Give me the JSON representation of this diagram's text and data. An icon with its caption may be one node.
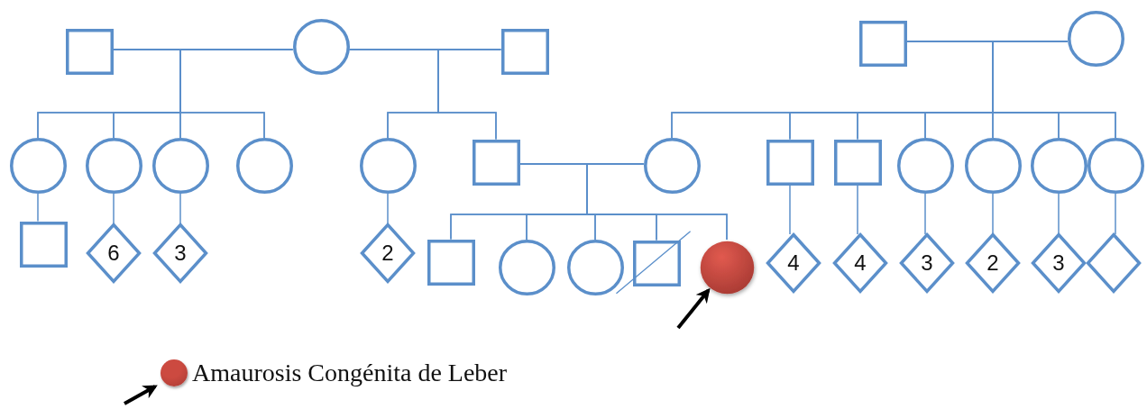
{
  "diagram": {
    "nodes": [
      {
        "text": [],
        "shape": "box"
      },
      {
        "text": [],
        "shape": "circle"
      },
      {
        "text": [],
        "shape": "box"
      },
      {
        "text": [],
        "shape": "box"
      },
      {
        "text": [],
        "shape": "circle"
      },
      {
        "text": [],
        "shape": "circle"
      },
      {
        "text": [],
        "shape": "circle"
      },
      {
        "text": [],
        "shape": "circle"
      },
      {
        "text": [],
        "shape": "circle"
      },
      {
        "text": [],
        "shape": "circle"
      },
      {
        "text": [],
        "shape": "box"
      },
      {
        "text": [],
        "shape": "circle"
      },
      {
        "text": [],
        "shape": "box"
      },
      {
        "text": [],
        "shape": "box"
      },
      {
        "text": [],
        "shape": "circle"
      },
      {
        "text": [],
        "shape": "circle"
      },
      {
        "text": [],
        "shape": "circle"
      },
      {
        "text": [],
        "shape": "circle"
      },
      {
        "text": [],
        "shape": "box"
      },
      {
        "text": [
          "6"
        ]
      },
      {
        "text": [
          "3"
        ]
      },
      {
        "text": [
          "2"
        ]
      },
      {
        "text": [],
        "shape": "box"
      },
      {
        "text": [],
        "shape": "circle"
      },
      {
        "text": [],
        "shape": "circle"
      },
      {
        "text": [],
        "shape": "box"
      },
      {
        "text": [],
        "shape": "circle"
      },
      {
        "text": [
          "4"
        ]
      },
      {
        "text": [
          "4"
        ]
      },
      {
        "text": [
          "3"
        ]
      },
      {
        "text": [
          "2"
        ]
      },
      {
        "text": [
          "3"
        ]
      },
      {
        "text": [],
        "shape": "diamond"
      }
    ],
    "edges": [
      {
        "from": 0,
        "to": 1,
        "arrow": "none"
      },
      {
        "from": 1,
        "to": 2,
        "arrow": "none"
      },
      {
        "from": 3,
        "to": 4,
        "arrow": "none"
      },
      {
        "from": 10,
        "to": 11,
        "arrow": "none"
      },
      {
        "from": 0,
        "to": 5,
        "arrow": "none"
      },
      {
        "from": 1,
        "to": 5,
        "arrow": "none"
      },
      {
        "from": 0,
        "to": 6,
        "arrow": "none"
      },
      {
        "from": 1,
        "to": 6,
        "arrow": "none"
      },
      {
        "from": 0,
        "to": 7,
        "arrow": "none"
      },
      {
        "from": 1,
        "to": 7,
        "arrow": "none"
      },
      {
        "from": 0,
        "to": 8,
        "arrow": "none"
      },
      {
        "from": 1,
        "to": 8,
        "arrow": "none"
      },
      {
        "from": 1,
        "to": 9,
        "arrow": "none"
      },
      {
        "from": 2,
        "to": 9,
        "arrow": "none"
      },
      {
        "from": 1,
        "to": 10,
        "arrow": "none"
      },
      {
        "from": 2,
        "to": 10,
        "arrow": "none"
      },
      {
        "from": 3,
        "to": 11,
        "arrow": "none"
      },
      {
        "from": 4,
        "to": 11,
        "arrow": "none"
      },
      {
        "from": 3,
        "to": 12,
        "arrow": "none"
      },
      {
        "from": 4,
        "to": 12,
        "arrow": "none"
      },
      {
        "from": 3,
        "to": 13,
        "arrow": "none"
      },
      {
        "from": 4,
        "to": 13,
        "arrow": "none"
      },
      {
        "from": 3,
        "to": 14,
        "arrow": "none"
      },
      {
        "from": 4,
        "to": 14,
        "arrow": "none"
      },
      {
        "from": 3,
        "to": 15,
        "arrow": "none"
      },
      {
        "from": 4,
        "to": 15,
        "arrow": "none"
      },
      {
        "from": 3,
        "to": 16,
        "arrow": "none"
      },
      {
        "from": 4,
        "to": 16,
        "arrow": "none"
      },
      {
        "from": 3,
        "to": 17,
        "arrow": "none"
      },
      {
        "from": 4,
        "to": 17,
        "arrow": "none"
      },
      {
        "from": 5,
        "to": 18,
        "arrow": "none"
      },
      {
        "from": 6,
        "to": 19,
        "arrow": "none"
      },
      {
        "from": 7,
        "to": 20,
        "arrow": "none"
      },
      {
        "from": 9,
        "to": 21,
        "arrow": "none"
      },
      {
        "from": 10,
        "to": 22,
        "arrow": "none"
      },
      {
        "from": 11,
        "to": 22,
        "arrow": "none"
      },
      {
        "from": 10,
        "to": 23,
        "arrow": "none"
      },
      {
        "from": 11,
        "to": 23,
        "arrow": "none"
      },
      {
        "from": 10,
        "to": 24,
        "arrow": "none"
      },
      {
        "from": 11,
        "to": 24,
        "arrow": "none"
      },
      {
        "from": 10,
        "to": 25,
        "arrow": "none"
      },
      {
        "from": 11,
        "to": 25,
        "arrow": "none"
      },
      {
        "from": 10,
        "to": 26,
        "arrow": "none"
      },
      {
        "from": 11,
        "to": 26,
        "arrow": "none"
      },
      {
        "from": 12,
        "to": 27,
        "arrow": "none"
      },
      {
        "from": 13,
        "to": 28,
        "arrow": "none"
      },
      {
        "from": 14,
        "to": 29,
        "arrow": "none"
      },
      {
        "from": 15,
        "to": 30,
        "arrow": "none"
      },
      {
        "from": 16,
        "to": 31,
        "arrow": "none"
      },
      {
        "from": 17,
        "to": 32,
        "arrow": "none"
      },
      {
        "from": null,
        "to": 26,
        "arrow": "to",
        "style": "thick",
        "color": "#000000"
      }
    ],
    "legend": [
      {
        "text": "Amaurosis Congénita de Leber",
        "color": "#cc4a40"
      }
    ]
  }
}
